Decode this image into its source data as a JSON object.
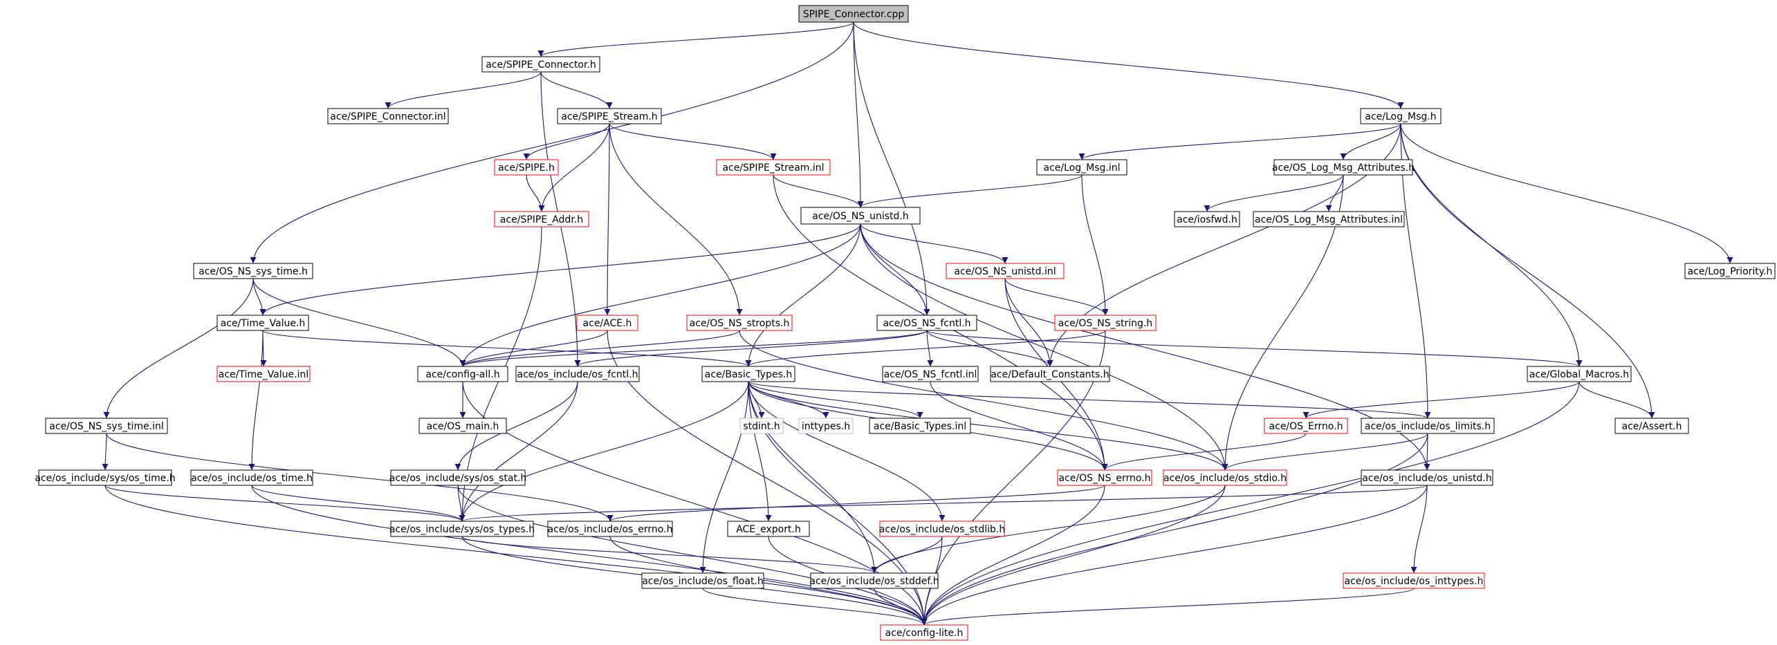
{
  "graph": {
    "root": "SPIPE_Connector.cpp",
    "colors": {
      "edge": "#191970",
      "node_border": "#000000",
      "missing_border": "#ff0000",
      "external_border": "#bfbfbf",
      "root_fill": "#bfbfbf",
      "node_fill": "#ffffff",
      "text": "#000000",
      "external_text": "#7f7f7f"
    },
    "nodes": [
      {
        "id": "root",
        "label": "SPIPE_Connector.cpp",
        "kind": "root"
      },
      {
        "id": "sc_h",
        "label": "ace/SPIPE_Connector.h",
        "kind": "normal"
      },
      {
        "id": "sc_inl",
        "label": "ace/SPIPE_Connector.inl",
        "kind": "normal"
      },
      {
        "id": "sstream",
        "label": "ace/SPIPE_Stream.h",
        "kind": "normal"
      },
      {
        "id": "spipe_h",
        "label": "ace/SPIPE.h",
        "kind": "missing"
      },
      {
        "id": "ss_inl",
        "label": "ace/SPIPE_Stream.inl",
        "kind": "missing"
      },
      {
        "id": "saddr",
        "label": "ace/SPIPE_Addr.h",
        "kind": "missing"
      },
      {
        "id": "logmsg",
        "label": "ace/Log_Msg.h",
        "kind": "normal"
      },
      {
        "id": "logmsg_inl",
        "label": "ace/Log_Msg.inl",
        "kind": "normal"
      },
      {
        "id": "oslma",
        "label": "ace/OS_Log_Msg_Attributes.h",
        "kind": "normal"
      },
      {
        "id": "osns_unistd",
        "label": "ace/OS_NS_unistd.h",
        "kind": "normal"
      },
      {
        "id": "iosfwd",
        "label": "ace/iosfwd.h",
        "kind": "normal"
      },
      {
        "id": "oslma_inl",
        "label": "ace/OS_Log_Msg_Attributes.inl",
        "kind": "normal"
      },
      {
        "id": "ossystime",
        "label": "ace/OS_NS_sys_time.h",
        "kind": "normal"
      },
      {
        "id": "unistd_inl",
        "label": "ace/OS_NS_unistd.inl",
        "kind": "missing"
      },
      {
        "id": "logprio",
        "label": "ace/Log_Priority.h",
        "kind": "normal"
      },
      {
        "id": "timeval",
        "label": "ace/Time_Value.h",
        "kind": "normal"
      },
      {
        "id": "ace_h",
        "label": "ace/ACE.h",
        "kind": "missing"
      },
      {
        "id": "strops",
        "label": "ace/OS_NS_stropts.h",
        "kind": "missing"
      },
      {
        "id": "fcntl",
        "label": "ace/OS_NS_fcntl.h",
        "kind": "normal"
      },
      {
        "id": "osstring",
        "label": "ace/OS_NS_string.h",
        "kind": "missing"
      },
      {
        "id": "timeval_inl",
        "label": "ace/Time_Value.inl",
        "kind": "missing"
      },
      {
        "id": "configall",
        "label": "ace/config-all.h",
        "kind": "normal"
      },
      {
        "id": "osi_fcntl",
        "label": "ace/os_include/os_fcntl.h",
        "kind": "normal"
      },
      {
        "id": "basictypes",
        "label": "ace/Basic_Types.h",
        "kind": "normal"
      },
      {
        "id": "fcntl_inl",
        "label": "ace/OS_NS_fcntl.inl",
        "kind": "normal"
      },
      {
        "id": "defconst",
        "label": "ace/Default_Constants.h",
        "kind": "normal"
      },
      {
        "id": "globalmacros",
        "label": "ace/Global_Macros.h",
        "kind": "normal"
      },
      {
        "id": "systime_inl",
        "label": "ace/OS_NS_sys_time.inl",
        "kind": "normal"
      },
      {
        "id": "osmain",
        "label": "ace/OS_main.h",
        "kind": "normal"
      },
      {
        "id": "stdint",
        "label": "stdint.h",
        "kind": "external"
      },
      {
        "id": "inttypes",
        "label": "inttypes.h",
        "kind": "external"
      },
      {
        "id": "basictypes_inl",
        "label": "ace/Basic_Types.inl",
        "kind": "normal"
      },
      {
        "id": "oserrno",
        "label": "ace/OS_Errno.h",
        "kind": "missing"
      },
      {
        "id": "osi_limits",
        "label": "ace/os_include/os_limits.h",
        "kind": "normal"
      },
      {
        "id": "assert",
        "label": "ace/Assert.h",
        "kind": "normal"
      },
      {
        "id": "osi_sys_time",
        "label": "ace/os_include/sys/os_time.h",
        "kind": "normal"
      },
      {
        "id": "osi_time",
        "label": "ace/os_include/os_time.h",
        "kind": "normal"
      },
      {
        "id": "osi_sys_stat",
        "label": "ace/os_include/sys/os_stat.h",
        "kind": "normal"
      },
      {
        "id": "osns_errno",
        "label": "ace/OS_NS_errno.h",
        "kind": "missing"
      },
      {
        "id": "osi_stdio",
        "label": "ace/os_include/os_stdio.h",
        "kind": "missing"
      },
      {
        "id": "osi_unistd",
        "label": "ace/os_include/os_unistd.h",
        "kind": "normal"
      },
      {
        "id": "osi_sys_types",
        "label": "ace/os_include/sys/os_types.h",
        "kind": "normal"
      },
      {
        "id": "osi_errno",
        "label": "ace/os_include/os_errno.h",
        "kind": "normal"
      },
      {
        "id": "ace_export",
        "label": "ACE_export.h",
        "kind": "normal"
      },
      {
        "id": "osi_stdlib",
        "label": "ace/os_include/os_stdlib.h",
        "kind": "missing"
      },
      {
        "id": "osi_float",
        "label": "ace/os_include/os_float.h",
        "kind": "normal"
      },
      {
        "id": "osi_stddef",
        "label": "ace/os_include/os_stddef.h",
        "kind": "normal"
      },
      {
        "id": "osi_inttypes",
        "label": "ace/os_include/os_inttypes.h",
        "kind": "missing"
      },
      {
        "id": "configlite",
        "label": "ace/config-lite.h",
        "kind": "missing"
      }
    ],
    "edges": [
      [
        "root",
        "sc_h"
      ],
      [
        "root",
        "logmsg"
      ],
      [
        "root",
        "osns_unistd"
      ],
      [
        "root",
        "fcntl"
      ],
      [
        "root",
        "ossystime"
      ],
      [
        "sc_h",
        "sc_inl"
      ],
      [
        "sc_h",
        "sstream"
      ],
      [
        "sc_h",
        "osi_fcntl"
      ],
      [
        "sstream",
        "spipe_h"
      ],
      [
        "sstream",
        "saddr"
      ],
      [
        "sstream",
        "ss_inl"
      ],
      [
        "sstream",
        "ace_h"
      ],
      [
        "sstream",
        "strops"
      ],
      [
        "spipe_h",
        "saddr"
      ],
      [
        "ss_inl",
        "osns_unistd"
      ],
      [
        "ss_inl",
        "osns_errno"
      ],
      [
        "saddr",
        "osi_sys_types"
      ],
      [
        "logmsg",
        "logmsg_inl"
      ],
      [
        "logmsg",
        "oslma"
      ],
      [
        "logmsg",
        "defconst"
      ],
      [
        "logmsg",
        "logprio"
      ],
      [
        "logmsg",
        "globalmacros"
      ],
      [
        "logmsg",
        "assert"
      ],
      [
        "logmsg",
        "osi_limits"
      ],
      [
        "logmsg_inl",
        "osns_unistd"
      ],
      [
        "logmsg_inl",
        "osstring"
      ],
      [
        "oslma",
        "iosfwd"
      ],
      [
        "oslma",
        "oslma_inl"
      ],
      [
        "oslma",
        "osi_stdio"
      ],
      [
        "osns_unistd",
        "unistd_inl"
      ],
      [
        "osns_unistd",
        "fcntl"
      ],
      [
        "osns_unistd",
        "timeval"
      ],
      [
        "osns_unistd",
        "configall"
      ],
      [
        "osns_unistd",
        "basictypes"
      ],
      [
        "osns_unistd",
        "osi_stdio"
      ],
      [
        "osns_unistd",
        "osi_unistd"
      ],
      [
        "unistd_inl",
        "osstring"
      ],
      [
        "unistd_inl",
        "defconst"
      ],
      [
        "unistd_inl",
        "osns_errno"
      ],
      [
        "ossystime",
        "timeval"
      ],
      [
        "ossystime",
        "systime_inl"
      ],
      [
        "ossystime",
        "configall"
      ],
      [
        "timeval",
        "timeval_inl"
      ],
      [
        "timeval",
        "basictypes"
      ],
      [
        "timeval",
        "osi_time"
      ],
      [
        "ace_h",
        "configall"
      ],
      [
        "ace_h",
        "configlite"
      ],
      [
        "strops",
        "configall"
      ],
      [
        "strops",
        "osi_stdio"
      ],
      [
        "fcntl",
        "fcntl_inl"
      ],
      [
        "fcntl",
        "osi_fcntl"
      ],
      [
        "fcntl",
        "configall"
      ],
      [
        "fcntl",
        "defconst"
      ],
      [
        "fcntl",
        "globalmacros"
      ],
      [
        "osstring",
        "basictypes"
      ],
      [
        "osstring",
        "configlite"
      ],
      [
        "configall",
        "osmain"
      ],
      [
        "configall",
        "configlite"
      ],
      [
        "osi_fcntl",
        "osi_sys_stat"
      ],
      [
        "osi_fcntl",
        "osi_sys_types"
      ],
      [
        "fcntl_inl",
        "osns_errno"
      ],
      [
        "basictypes",
        "stdint"
      ],
      [
        "basictypes",
        "inttypes"
      ],
      [
        "basictypes",
        "basictypes_inl"
      ],
      [
        "basictypes",
        "osi_limits"
      ],
      [
        "basictypes",
        "osns_errno"
      ],
      [
        "basictypes",
        "osi_stdio"
      ],
      [
        "basictypes",
        "osi_sys_types"
      ],
      [
        "basictypes",
        "ace_export"
      ],
      [
        "basictypes",
        "osi_float"
      ],
      [
        "basictypes",
        "osi_stddef"
      ],
      [
        "basictypes",
        "osi_stdlib"
      ],
      [
        "basictypes",
        "configlite"
      ],
      [
        "globalmacros",
        "oserrno"
      ],
      [
        "globalmacros",
        "assert"
      ],
      [
        "globalmacros",
        "configlite"
      ],
      [
        "systime_inl",
        "osi_sys_time"
      ],
      [
        "systime_inl",
        "osi_errno"
      ],
      [
        "oserrno",
        "osns_errno"
      ],
      [
        "osi_limits",
        "osi_stdio"
      ],
      [
        "osi_limits",
        "osi_unistd"
      ],
      [
        "osi_limits",
        "configlite"
      ],
      [
        "osi_sys_time",
        "osi_sys_types"
      ],
      [
        "osi_sys_time",
        "configlite"
      ],
      [
        "osi_time",
        "osi_sys_types"
      ],
      [
        "osi_time",
        "configlite"
      ],
      [
        "osi_sys_stat",
        "osi_sys_types"
      ],
      [
        "osi_sys_stat",
        "configlite"
      ],
      [
        "osns_errno",
        "osi_errno"
      ],
      [
        "osns_errno",
        "configlite"
      ],
      [
        "osi_stdio",
        "osi_stddef"
      ],
      [
        "osi_stdio",
        "configlite"
      ],
      [
        "osi_unistd",
        "osi_sys_types"
      ],
      [
        "osi_unistd",
        "osi_inttypes"
      ],
      [
        "osi_unistd",
        "configlite"
      ],
      [
        "osi_sys_types",
        "osi_stddef"
      ],
      [
        "osi_sys_types",
        "configlite"
      ],
      [
        "osi_errno",
        "configlite"
      ],
      [
        "ace_export",
        "configlite"
      ],
      [
        "osi_stdlib",
        "osi_stddef"
      ],
      [
        "osi_stdlib",
        "configlite"
      ],
      [
        "osi_float",
        "configlite"
      ],
      [
        "osi_stddef",
        "configlite"
      ],
      [
        "osi_inttypes",
        "configlite"
      ]
    ]
  }
}
